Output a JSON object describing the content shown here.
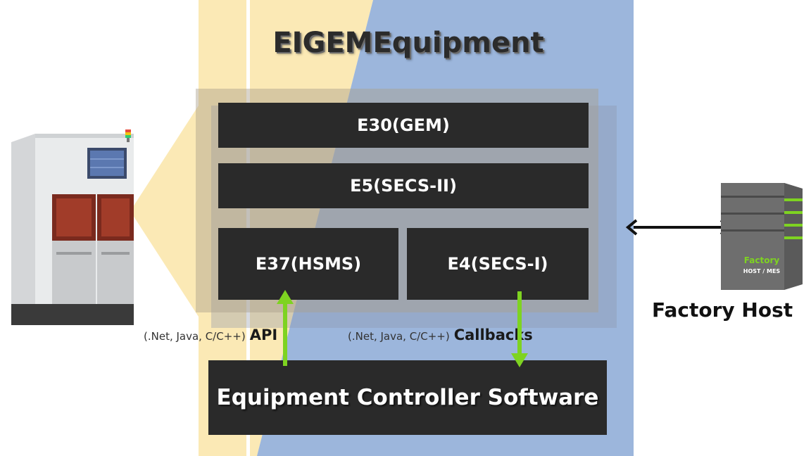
{
  "title": "EIGEMEquipment",
  "stack": {
    "gem": "E30(GEM)",
    "secs2": "E5(SECS-II)",
    "hsms": "E37(HSMS)",
    "secs1": "E4(SECS-I)"
  },
  "controller": "Equipment Controller Software",
  "api": {
    "note": "(.Net, Java, C/C++)",
    "keyword": "API"
  },
  "callbacks": {
    "note": "(.Net, Java, C/C++)",
    "keyword": "Callbacks"
  },
  "host": {
    "label": "Factory Host",
    "server_text_1": "Factory",
    "server_text_2": "HOST / MES"
  },
  "colors": {
    "yellow_bg": "#fbe9b5",
    "blue_bg": "#9cb6dc",
    "layer": "#2a2a2a",
    "arrow_green": "#7ed321"
  }
}
